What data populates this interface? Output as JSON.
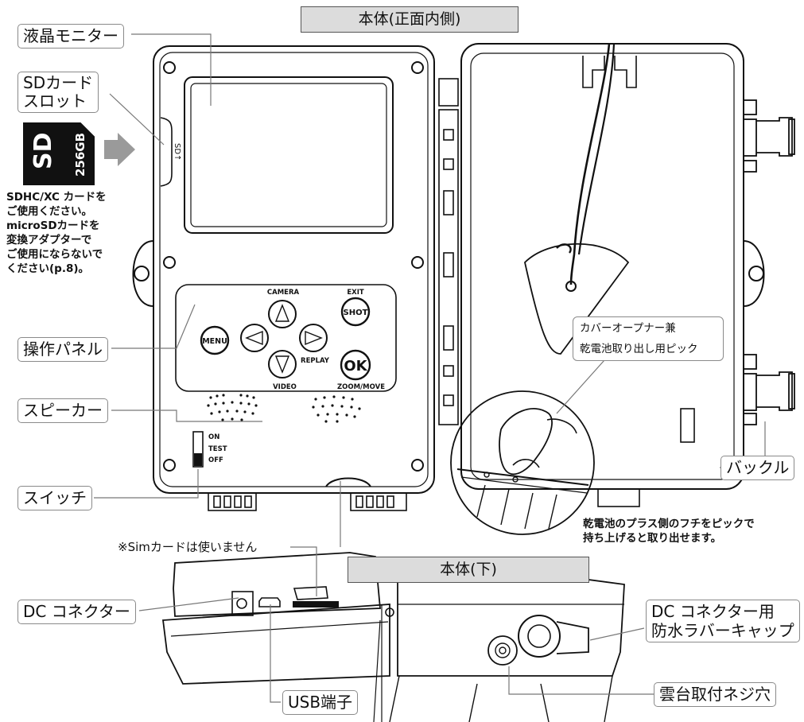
{
  "headers": {
    "front_inner": "本体(正面内側)",
    "bottom": "本体(下)"
  },
  "labels": {
    "lcd_monitor": "液晶モニター",
    "sd_slot_line1": "SDカード",
    "sd_slot_line2": "スロット",
    "operation_panel": "操作パネル",
    "speaker": "スピーカー",
    "switch": "スイッチ",
    "buckle": "バックル",
    "dc_connector": "DC コネクター",
    "usb_port": "USB端子",
    "dc_cap_line1": "DC コネクター用",
    "dc_cap_line2": "防水ラバーキャップ",
    "tripod_hole": "雲台取付ネジ穴"
  },
  "notes": {
    "sd_card": [
      "SDHC/XC カードを",
      "ご使用ください。",
      "microSDカードを",
      "変換アダプターで",
      "ご使用にならないで",
      "ください(p.8)。"
    ],
    "sim_card": "※Simカードは使いません",
    "battery_pick": [
      "乾電池のプラス側のフチをピックで",
      "持ち上げると取り出せます。"
    ]
  },
  "callout": {
    "line1": "カバーオープナー兼",
    "line2": "乾電池取り出し用ピック"
  },
  "device_text": {
    "sd_card_big": "SD",
    "sd_card_cap": "256GB",
    "sd_slot_mark": "SD↑",
    "btn_menu": "MENU",
    "btn_shot": "SHOT",
    "btn_ok": "OK",
    "lbl_camera": "CAMERA",
    "lbl_exit": "EXIT",
    "lbl_replay": "REPLAY",
    "lbl_video": "VIDEO",
    "lbl_zoom": "ZOOM/MOVE",
    "sw_on": "ON",
    "sw_test": "TEST",
    "sw_off": "OFF"
  }
}
